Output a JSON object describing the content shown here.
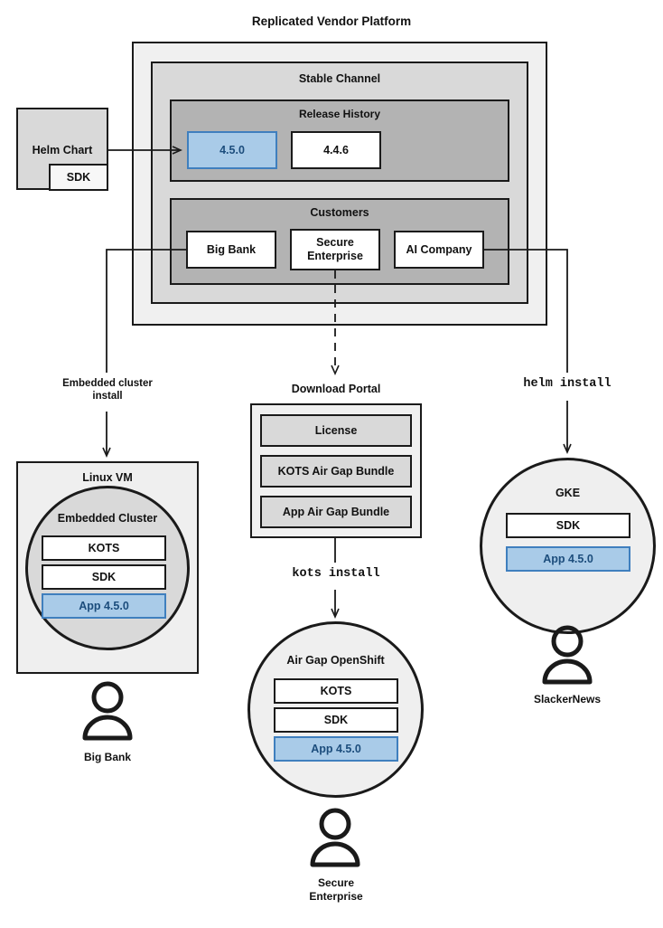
{
  "diagram": {
    "title": "Replicated Vendor Platform",
    "platform": {
      "stable_channel": {
        "title": "Stable Channel",
        "release_history": {
          "title": "Release History",
          "releases": [
            {
              "version": "4.5.0",
              "state": "current"
            },
            {
              "version": "4.4.6",
              "state": "previous"
            }
          ]
        },
        "customers": {
          "title": "Customers",
          "items": [
            {
              "name": "Big Bank"
            },
            {
              "name": "Secure\nEnterprise"
            },
            {
              "name": "AI Company"
            }
          ]
        }
      }
    },
    "helm_chart": {
      "title": "Helm Chart",
      "sdk_label": "SDK"
    },
    "edges": [
      {
        "label": "Embedded cluster\ninstall",
        "style": "solid"
      },
      {
        "label": "kots install",
        "style": "mono"
      },
      {
        "label": "helm install",
        "style": "mono"
      }
    ],
    "download_portal": {
      "title": "Download Portal",
      "artifacts": [
        "License",
        "KOTS Air Gap Bundle",
        "App Air Gap Bundle"
      ]
    },
    "targets": [
      {
        "id": "linux-vm",
        "title": "Linux VM",
        "inner_title": "Embedded Cluster",
        "components": [
          {
            "label": "KOTS",
            "highlight": false
          },
          {
            "label": "SDK",
            "highlight": false
          },
          {
            "label": "App 4.5.0",
            "highlight": true
          }
        ],
        "actor": "Big Bank"
      },
      {
        "id": "air-gap-openshift",
        "title": "Air Gap OpenShift",
        "components": [
          {
            "label": "KOTS",
            "highlight": false
          },
          {
            "label": "SDK",
            "highlight": false
          },
          {
            "label": "App 4.5.0",
            "highlight": true
          }
        ],
        "actor": "Secure\nEnterprise"
      },
      {
        "id": "gke",
        "title": "GKE",
        "components": [
          {
            "label": "SDK",
            "highlight": false
          },
          {
            "label": "App 4.5.0",
            "highlight": true
          }
        ],
        "actor": "SlackerNews"
      }
    ],
    "colors": {
      "highlight_fill": "#a9cbe8",
      "highlight_border": "#3f7fbe",
      "highlight_text": "#1c4d7c",
      "level1_fill": "#f0f0f0",
      "level2_fill": "#d9d9d9",
      "level3_fill": "#b3b3b3",
      "white_fill": "#ffffff",
      "stroke": "#1a1a1a"
    },
    "icons": {
      "actor": "person-icon",
      "arrow": "arrow-head-icon"
    }
  }
}
